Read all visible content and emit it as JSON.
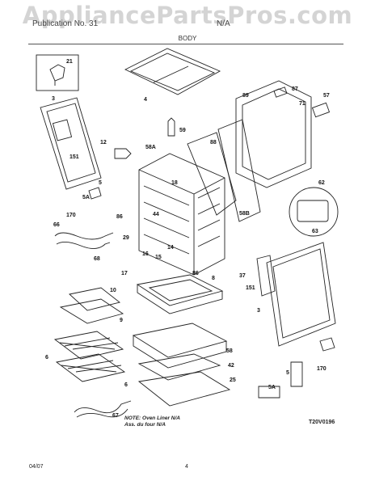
{
  "watermark": "AppliancePartsPros.com",
  "header": {
    "left": "Publication No. 31",
    "right": "N/A",
    "section": "BODY"
  },
  "labels": {
    "l21": "21",
    "l4": "4",
    "l3": "3",
    "l151": "151",
    "l12": "12",
    "l5": "5",
    "l5A": "5A",
    "l170": "170",
    "l66": "66",
    "l68": "68",
    "l86a": "86",
    "l86b": "86",
    "l59": "59",
    "l58A": "58A",
    "l88": "88",
    "l89": "89",
    "l87": "87",
    "l71": "71",
    "l57": "57",
    "l18": "18",
    "l44": "44",
    "l58B": "58B",
    "l62": "62",
    "l63": "63",
    "l29": "29",
    "l14": "14",
    "l16": "16",
    "l15": "15",
    "l17": "17",
    "l37": "37",
    "l151b": "151",
    "l3b": "3",
    "l10": "10",
    "l9": "9",
    "l8": "8",
    "l6a": "6",
    "l6b": "6",
    "l58": "58",
    "l42": "42",
    "l25": "25",
    "l67": "67",
    "l5b": "5",
    "l5Ab": "5A",
    "l170b": "170"
  },
  "note": {
    "line1": "NOTE: Oven Liner N/A",
    "line2": "Ass. du four N/A"
  },
  "diagram_code": "T20V0196",
  "footer": {
    "date": "04/07",
    "page": "4"
  }
}
